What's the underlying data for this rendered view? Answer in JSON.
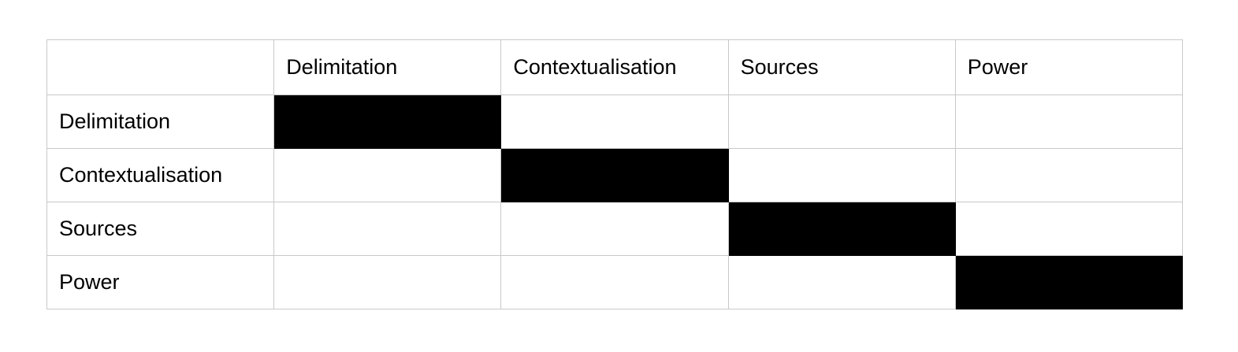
{
  "colors": {
    "filled_cell": "#000000",
    "border": "#c9c9c9",
    "background": "#ffffff",
    "text": "#000000"
  },
  "matrix": {
    "corner_label": "",
    "column_headers": [
      "Delimitation",
      "Contextualisation",
      "Sources",
      "Power"
    ],
    "row_headers": [
      "Delimitation",
      "Contextualisation",
      "Sources",
      "Power"
    ],
    "cells": [
      [
        1,
        0,
        0,
        0
      ],
      [
        0,
        1,
        0,
        0
      ],
      [
        0,
        0,
        1,
        0
      ],
      [
        0,
        0,
        0,
        1
      ]
    ]
  },
  "chart_data": {
    "type": "heatmap",
    "title": "",
    "x_categories": [
      "Delimitation",
      "Contextualisation",
      "Sources",
      "Power"
    ],
    "y_categories": [
      "Delimitation",
      "Contextualisation",
      "Sources",
      "Power"
    ],
    "values": [
      [
        1,
        0,
        0,
        0
      ],
      [
        0,
        1,
        0,
        0
      ],
      [
        0,
        0,
        1,
        0
      ],
      [
        0,
        0,
        0,
        1
      ]
    ],
    "value_legend": {
      "1": "filled (black)",
      "0": "empty (white)"
    },
    "grid": true,
    "legend_position": "none"
  }
}
